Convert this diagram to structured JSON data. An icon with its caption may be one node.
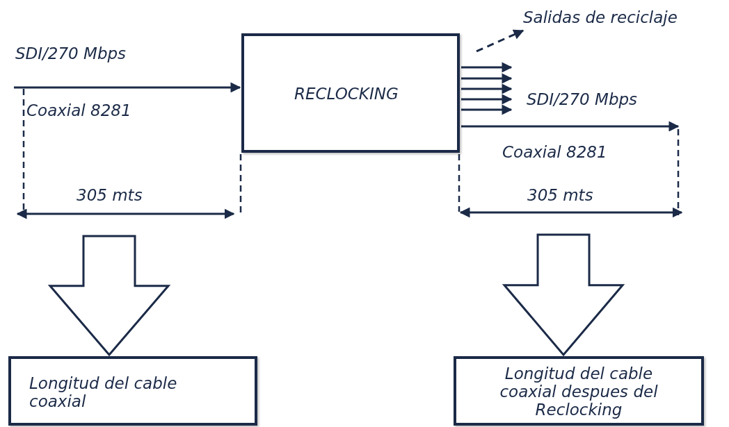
{
  "diagram": {
    "nodes": [
      {
        "text": [
          "RECLOCKING"
        ]
      },
      {
        "text": [
          "Longitud del cable coaxial"
        ]
      },
      {
        "text": [
          "Longitud del cable coaxial despues del Reclocking"
        ]
      },
      {
        "text": [
          "Salidas de reciclaje"
        ]
      }
    ],
    "edges": [
      {
        "from": null,
        "to": 0,
        "arrow": "to"
      },
      {
        "from": 0,
        "to": null,
        "arrow": "to"
      },
      {
        "from": 0,
        "to": null,
        "arrow": "to"
      },
      {
        "from": 0,
        "to": null,
        "arrow": "to"
      },
      {
        "from": 0,
        "to": null,
        "arrow": "to"
      },
      {
        "from": 0,
        "to": null,
        "arrow": "to"
      },
      {
        "from": 0,
        "to": null,
        "arrow": "to"
      },
      {
        "from": 0,
        "to": 3,
        "arrow": "to",
        "style": "dashed"
      },
      {
        "from": null,
        "to": 1,
        "arrow": "to",
        "style": "thick"
      },
      {
        "from": null,
        "to": 2,
        "arrow": "to",
        "style": "thick"
      }
    ],
    "labels": [
      "SDI/270 Mbps",
      "Coaxial 8281",
      "SDI/270 Mbps",
      "Coaxial 8281",
      "305 mts",
      "305 mts"
    ]
  }
}
